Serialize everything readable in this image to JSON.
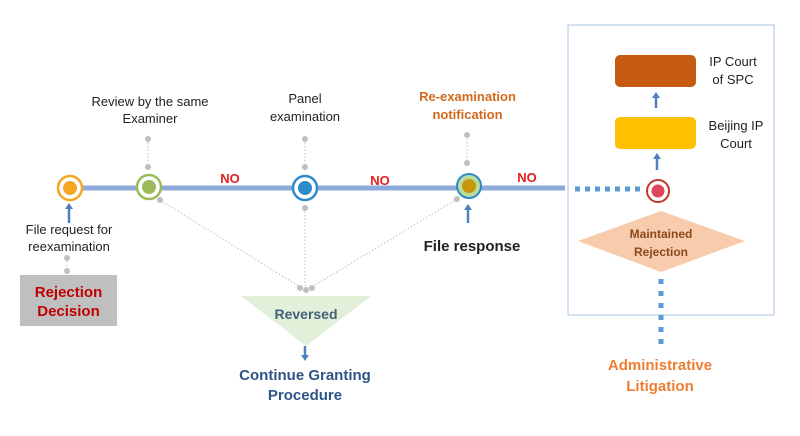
{
  "colors": {
    "timeline": "#8eaadb",
    "dots": "#bfbfbf",
    "no_label": "#e0201f",
    "orange_node": "#f5a623",
    "green_node": "#9bbb59",
    "blue_node": "#2e8bc9",
    "notif_node_fill": "#c8960c",
    "notif_node_ring": "#b8dc9a",
    "notif_node_edge": "#2e8bc9",
    "red_node": "#e0465a",
    "red_node_ring": "#c0392b",
    "rejection_box_bg": "#bfbfbf",
    "rejection_text": "#c00000",
    "notif_text": "#d2691e",
    "reversed_fill": "#e2efd9",
    "reversed_text": "#44607a",
    "granting_text": "#2f5488",
    "court_spc": "#c55a11",
    "court_beijing": "#ffc000",
    "maintained_fill": "#f8cbad",
    "maintained_text": "#8a4a1a",
    "litigation_text": "#ed7d31",
    "panel_border": "#a9c4e4",
    "arrow": "#4f81bd"
  },
  "nodes": {
    "file_request": {
      "label_line1": "File request for",
      "label_line2": "reexamination"
    },
    "same_examiner": {
      "label_line1": "Review by the same",
      "label_line2": "Examiner"
    },
    "panel": {
      "label_line1": "Panel",
      "label_line2": "examination"
    },
    "notification": {
      "label_line1": "Re-examination",
      "label_line2": "notification"
    },
    "file_response": {
      "label": "File response"
    }
  },
  "edges": {
    "no1": "NO",
    "no2": "NO",
    "no3": "NO"
  },
  "rejection_decision": {
    "line1": "Rejection",
    "line2": "Decision"
  },
  "reversed": {
    "label": "Reversed"
  },
  "continue_granting": {
    "line1": "Continue Granting",
    "line2": "Procedure"
  },
  "litigation_panel": {
    "ip_court_spc": {
      "line1": "IP Court",
      "line2": "of SPC"
    },
    "beijing_ip_court": {
      "line1": "Beijing IP",
      "line2": "Court"
    },
    "maintained_rejection": {
      "line1": "Maintained",
      "line2": "Rejection"
    }
  },
  "administrative_litigation": {
    "line1": "Administrative",
    "line2": "Litigation"
  }
}
